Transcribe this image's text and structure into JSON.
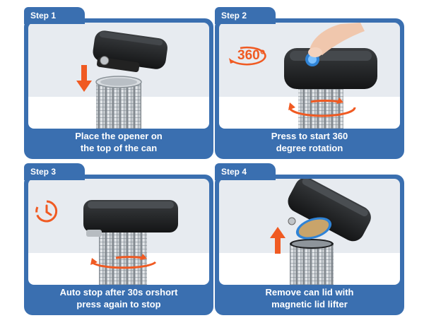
{
  "steps": [
    {
      "tab": "Step 1",
      "caption_line1": "Place the opener on",
      "caption_line2": "the top of the can",
      "icon": "down-arrow-icon"
    },
    {
      "tab": "Step 2",
      "caption_line1": "Press to start 360",
      "caption_line2": "degree rotation",
      "icon": "rotation-360-icon",
      "badge": "360°"
    },
    {
      "tab": "Step 3",
      "caption_line1": "Auto stop after 30s orshort",
      "caption_line2": "press again to stop",
      "icon": "timer-icon"
    },
    {
      "tab": "Step 4",
      "caption_line1": "Remove can lid with",
      "caption_line2": "magnetic lid lifter",
      "icon": "up-arrow-icon"
    }
  ],
  "colors": {
    "panel_blue": "#3a6fb0",
    "accent_orange": "#f05a22",
    "scene_bg": "#e7ebf0"
  }
}
